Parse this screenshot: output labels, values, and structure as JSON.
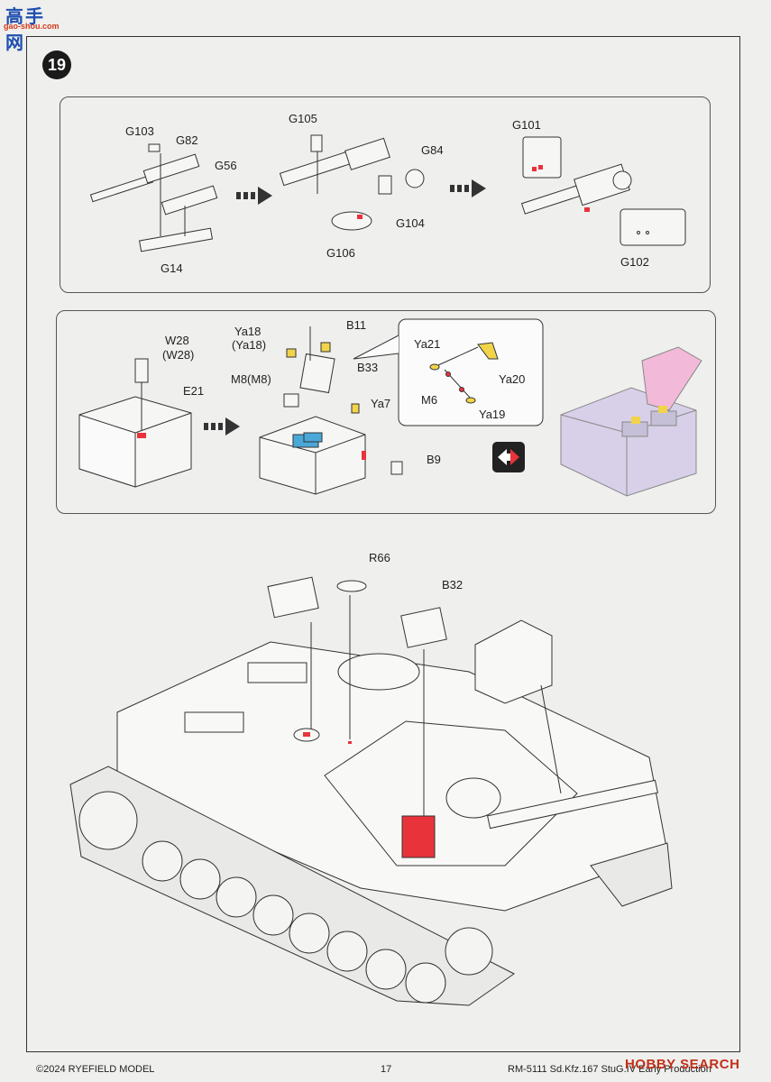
{
  "watermark": {
    "site_cn": "高手网",
    "site_url": "gao-shou.com",
    "footer_brand": "HOBBY SEARCH"
  },
  "step": {
    "number": "19"
  },
  "panel_a": {
    "labels": {
      "g103": "G103",
      "g82": "G82",
      "g56": "G56",
      "g14": "G14",
      "g105": "G105",
      "g84": "G84",
      "g104": "G104",
      "g106": "G106",
      "g101": "G101",
      "g102": "G102"
    }
  },
  "panel_b": {
    "labels": {
      "w28": "W28",
      "w28_alt": "(W28)",
      "e21": "E21",
      "ya18": "Ya18",
      "ya18_alt": "(Ya18)",
      "b11": "B11",
      "b33": "B33",
      "m8": "M8(M8)",
      "ya7": "Ya7",
      "b9": "B9",
      "ya21": "Ya21",
      "ya20": "Ya20",
      "m6": "M6",
      "ya19": "Ya19"
    }
  },
  "main": {
    "labels": {
      "r66": "R66",
      "b32": "B32"
    }
  },
  "footer": {
    "copyright": "©2024 RYEFIELD MODEL",
    "page_number": "17",
    "product": "RM-5111 Sd.Kfz.167 StuG.IV Early Production"
  },
  "colors": {
    "highlight_red": "#e8333b",
    "accent_blue": "#4aa8d8",
    "accent_yellow": "#f1d44a",
    "accent_pink": "#f2b9d8",
    "accent_lavender": "#d8d0e8"
  }
}
